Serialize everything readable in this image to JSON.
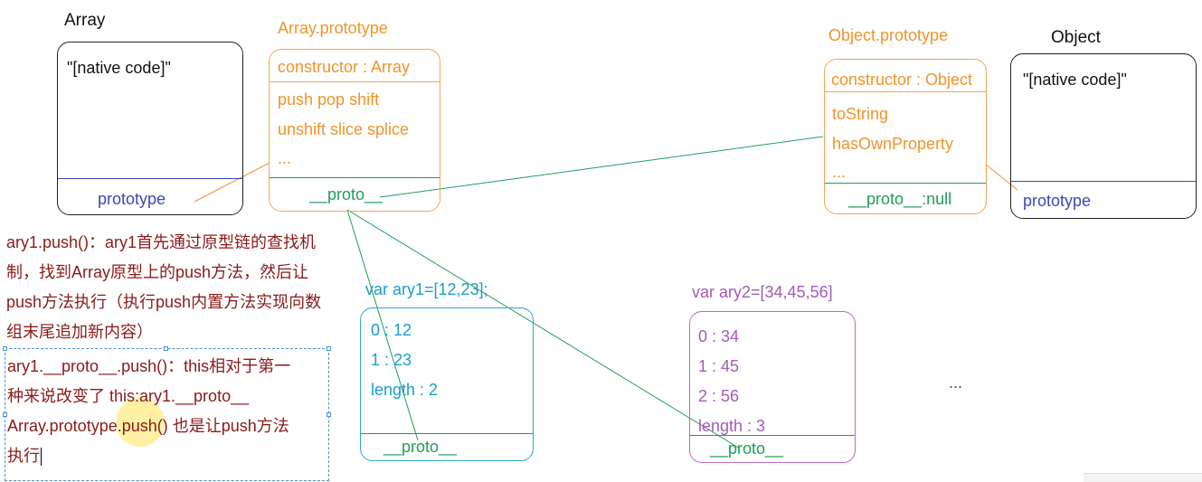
{
  "array_fn": {
    "title": "Array",
    "body": "\"[native code]\"",
    "prototype_label": "prototype"
  },
  "array_proto": {
    "title": "Array.prototype",
    "constructor": "constructor : Array",
    "methods_line1": "push pop  shift",
    "methods_line2": "unshift slice splice",
    "more": "...",
    "proto": "__proto__"
  },
  "object_proto": {
    "title": "Object.prototype",
    "constructor": "constructor : Object",
    "method1": "toString",
    "method2": "hasOwnProperty",
    "more": "...",
    "proto": "__proto__:null"
  },
  "object_fn": {
    "title": "Object",
    "body": "\"[native code]\"",
    "prototype_label": "prototype"
  },
  "ary1": {
    "decl": "var ary1=[12,23];",
    "item0": "0 : 12",
    "item1": "1 : 23",
    "length": "length : 2",
    "proto": "__proto__"
  },
  "ary2": {
    "decl": "var ary2=[34,45,56]",
    "item0": "0 : 34",
    "item1": "1 : 45",
    "item2": "2 : 56",
    "length": "length : 3",
    "proto": "__proto__"
  },
  "ellipsis": "...",
  "note1": {
    "line1": "ary1.push()：ary1首先通过原型链的查找机",
    "line2": "制，找到Array原型上的push方法，然后让",
    "line3": "push方法执行（执行push内置方法实现向数",
    "line4": "组末尾追加新内容）"
  },
  "note2": {
    "line1": "ary1.__proto__.push()：this相对于第一",
    "line2": "种来说改变了 this:ary1.__proto__",
    "line3": "Array.prototype.push() 也是让push方法",
    "line4": "执行"
  },
  "colors": {
    "orange": "#f0932b",
    "green": "#1e9e57",
    "blue": "#3a48b4",
    "teal": "#1a9fc7",
    "purple": "#a35bb8",
    "note_red": "#8b1a1a"
  }
}
